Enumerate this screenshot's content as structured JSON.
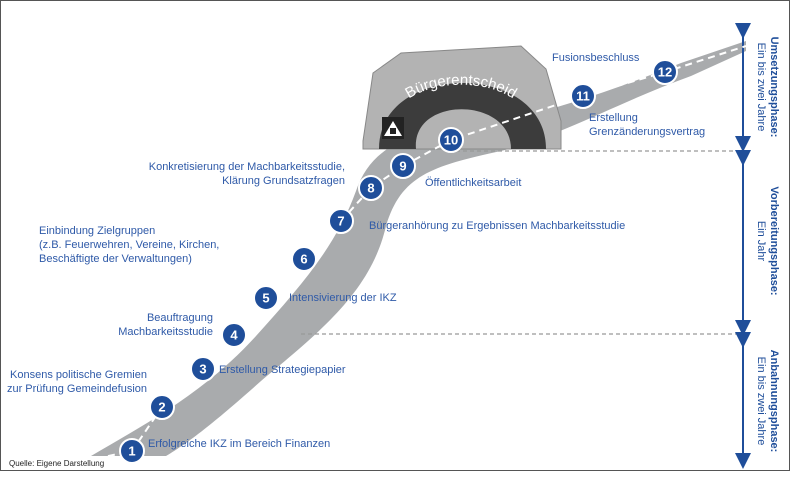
{
  "tunnel_label": "Bürgerentscheid",
  "source": "Quelle: Eigene Darstellung",
  "steps": [
    {
      "n": "1",
      "label": [
        "Erfolgreiche IKZ im Bereich Finanzen"
      ]
    },
    {
      "n": "2",
      "label": [
        "Konsens politische Gremien",
        "zur Prüfung Gemeindefusion"
      ]
    },
    {
      "n": "3",
      "label": [
        "Erstellung Strategiepapier"
      ]
    },
    {
      "n": "4",
      "label": [
        "Beauftragung",
        "Machbarkeitsstudie"
      ]
    },
    {
      "n": "5",
      "label": [
        "Intensivierung der IKZ"
      ]
    },
    {
      "n": "6",
      "label": [
        "Einbindung Zielgruppen",
        "(z.B. Feuerwehren, Vereine, Kirchen,",
        "Beschäftigte der Verwaltungen)"
      ]
    },
    {
      "n": "7",
      "label": [
        "Bürgeranhörung zu Ergebnissen Machbarkeitsstudie"
      ]
    },
    {
      "n": "8",
      "label": [
        "Konkretisierung der Machbarkeitsstudie,",
        "Klärung Grundsatzfragen"
      ]
    },
    {
      "n": "9",
      "label": [
        "Öffentlichkeitsarbeit"
      ]
    },
    {
      "n": "10",
      "label": []
    },
    {
      "n": "11",
      "label": [
        "Erstellung",
        "Grenzänderungsvertrag"
      ]
    },
    {
      "n": "12",
      "label": [
        "Fusionsbeschluss"
      ]
    }
  ],
  "phases": [
    {
      "name": "Umsetzungsphase:",
      "duration": "Ein bis zwei Jahre"
    },
    {
      "name": "Vorbereitungsphase:",
      "duration": "Ein Jahr"
    },
    {
      "name": "Anbahnungsphase:",
      "duration": "Ein bis zwei Jahre"
    }
  ],
  "colors": {
    "road": "#a9abad",
    "marker": "#1f4e9a",
    "label": "#2f5aa8",
    "tunnel": "#3c3c3c",
    "mountain": "#b3b3b3"
  }
}
